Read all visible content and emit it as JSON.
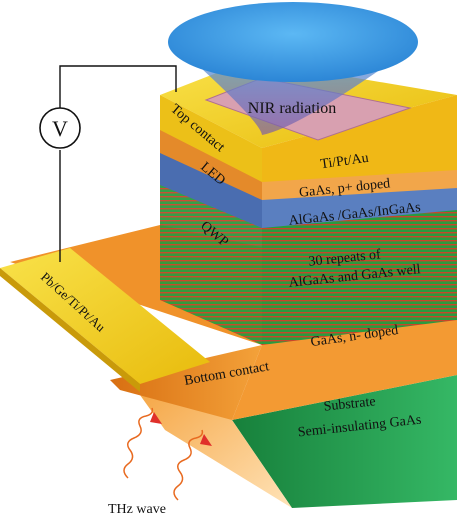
{
  "labels": {
    "nir_radiation": "NIR radiation",
    "top_contact_metal": "Ti/Pt/Au",
    "led_top_layer": "GaAs, p+ doped",
    "led_layer": "AlGaAs /GaAs/InGaAs",
    "qwp_repeats_line1": "30 repeats of",
    "qwp_repeats_line2": "AlGaAs and GaAs well",
    "bottom_layer": "GaAs, n- doped",
    "substrate_line1": "Substrate",
    "substrate_line2": "Semi-insulating GaAs",
    "top_contact_side": "Top contact",
    "led_side": "LED",
    "qwp_side": "QWP",
    "bottom_contact": "Bottom contact",
    "bottom_contact_metal": "Pb/Ge/Ti/Pt/Au",
    "voltmeter": "V",
    "thz_wave": "THz wave"
  },
  "colors": {
    "contact_gold": "#f2d21c",
    "gaas_orange": "#f0922a",
    "led_blue": "#5a7fc0",
    "qwp_green": "#2a9a3e",
    "qwp_stripe": "#c8452a",
    "substrate_green": "#22a050",
    "nir_cone": "#3aa0e6",
    "thz_red": "#e0302a"
  }
}
